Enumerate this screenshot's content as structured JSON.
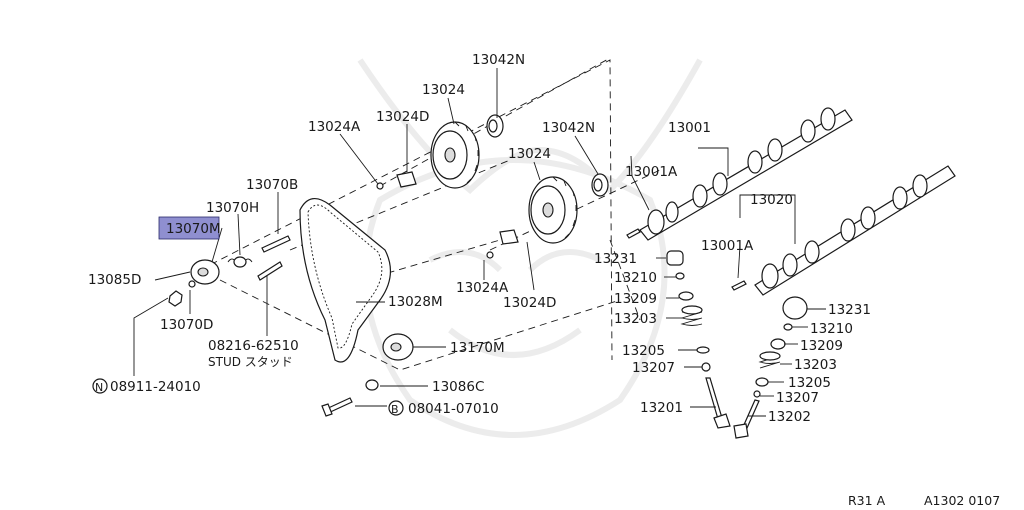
{
  "diagram": {
    "highlight_color": "#8f8fd0",
    "labels": {
      "p13042n_upper": "13042N",
      "p13024_upper": "13024",
      "p13024a_upper": "13024A",
      "p13024d_upper": "13024D",
      "p13042n_lower": "13042N",
      "p13024_lower": "13024",
      "p13070b": "13070B",
      "p13070h": "13070H",
      "p13070m": "13070M",
      "p13085d": "13085D",
      "p13070d": "13070D",
      "p13024a_lower": "13024A",
      "p13024d_lower": "13024D",
      "p13028m": "13028M",
      "p08216": "08216-62510",
      "stud": "STUD スタッド",
      "p13170m": "13170M",
      "p13086c": "13086C",
      "p08911": "08911-24010",
      "p08911_prefix": "N",
      "p08041": "08041-07010",
      "p08041_prefix": "B",
      "p13001": "13001",
      "p13001a_upper": "13001A",
      "p13020": "13020",
      "p13001a_lower": "13001A",
      "p13231_left": "13231",
      "p13210_left": "13210",
      "p13209_left": "13209",
      "p13203_left": "13203",
      "p13205_left": "13205",
      "p13207_left": "13207",
      "p13201": "13201",
      "p13231_right": "13231",
      "p13210_right": "13210",
      "p13209_right": "13209",
      "p13203_right": "13203",
      "p13205_right": "13205",
      "p13207_right": "13207",
      "p13202": "13202"
    },
    "footer": {
      "model": "R31 A",
      "ref_number": "A1302 0107"
    }
  }
}
